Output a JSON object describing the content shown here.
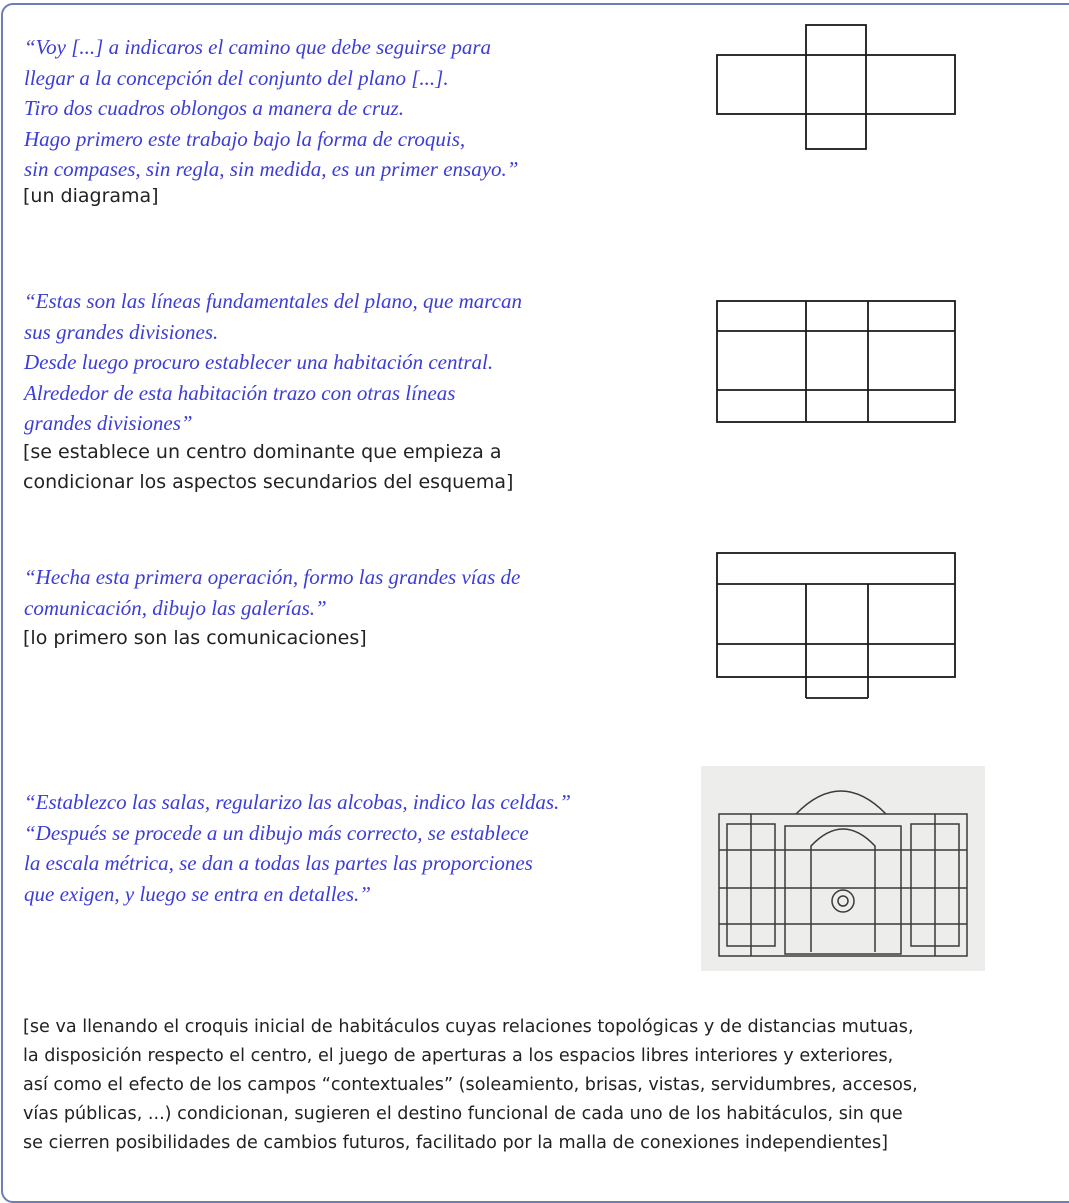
{
  "sections": [
    {
      "quote_lines": [
        "“Voy [...] a indicaros el camino que debe seguirse para",
        "llegar a la concepción del conjunto del plano [...].",
        "Tiro dos cuadros oblongos a manera de cruz.",
        "Hago primero este trabajo bajo la forma de croquis,",
        "sin compases, sin regla, sin medida, es un primer ensayo.”"
      ],
      "note_lines": [
        "[un diagrama]"
      ]
    },
    {
      "quote_lines": [
        "“Estas son las líneas fundamentales del plano, que marcan",
        "sus grandes divisiones.",
        "Desde luego procuro establecer una habitación central.",
        "Alrededor de esta habitación trazo con otras líneas",
        "grandes divisiones”"
      ],
      "note_lines": [
        "[se establece un centro dominante que empieza a",
        "condicionar los aspectos secundarios del esquema]"
      ]
    },
    {
      "quote_lines": [
        "“Hecha esta primera operación, formo las grandes vías de",
        "comunicación, dibujo las galerías.”"
      ],
      "note_lines": [
        "[lo primero son las comunicaciones]"
      ]
    },
    {
      "quote_lines": [
        "“Establezco las salas, regularizo las alcobas, indico las celdas.”",
        "“Después se procede a un dibujo más correcto, se establece",
        "la escala métrica, se dan a todas las partes las proporciones",
        "que exigen, y luego se entra en detalles.”"
      ]
    }
  ],
  "final_note_lines": [
    "[se va llenando el croquis inicial de habitáculos cuyas relaciones topológicas y de distancias mutuas,",
    "la disposición respecto el centro, el juego de aperturas a los espacios libres interiores y exteriores,",
    "así como el efecto de los campos “contextuales” (soleamiento, brisas, vistas, servidumbres, accesos,",
    "vías públicas, ...) condicionan, sugieren el destino funcional de cada uno de los habitáculos, sin que",
    "se cierren posibilidades de cambios futuros, facilitado por la malla de conexiones independientes]"
  ],
  "colors": {
    "quote": "#3c3cd6",
    "note": "#222222",
    "frame": "#6a7fb3"
  }
}
